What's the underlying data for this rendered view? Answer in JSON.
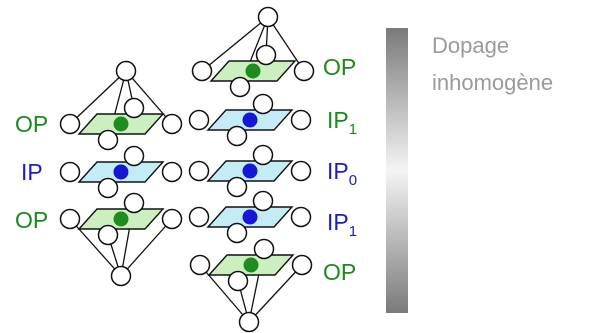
{
  "colors": {
    "op_text": "#1b8a1b",
    "ip_text": "#1c1cc4",
    "op_plane": "#ccefc0",
    "ip_plane": "#c4ecf6",
    "op_atom": "#1e8c1e",
    "ip_atom": "#1616d6",
    "bar_dark": "#7a7a7a",
    "bar_light": "#f4f4f4"
  },
  "left_stack": {
    "labels": [
      {
        "text": "OP",
        "sub": "",
        "kind": "op"
      },
      {
        "text": "IP",
        "sub": "",
        "kind": "ip"
      },
      {
        "text": "OP",
        "sub": "",
        "kind": "op"
      }
    ]
  },
  "right_stack": {
    "labels": [
      {
        "text": "OP",
        "sub": "",
        "kind": "op"
      },
      {
        "text": "IP",
        "sub": "1",
        "kind": "ip"
      },
      {
        "text": "IP",
        "sub": "0",
        "kind": "ip"
      },
      {
        "text": "IP",
        "sub": "1",
        "kind": "ip"
      },
      {
        "text": "OP",
        "sub": "",
        "kind": "op"
      }
    ]
  },
  "gradient_bar": {
    "caption_line1": "Dopage",
    "caption_line2": "inhomogène"
  }
}
